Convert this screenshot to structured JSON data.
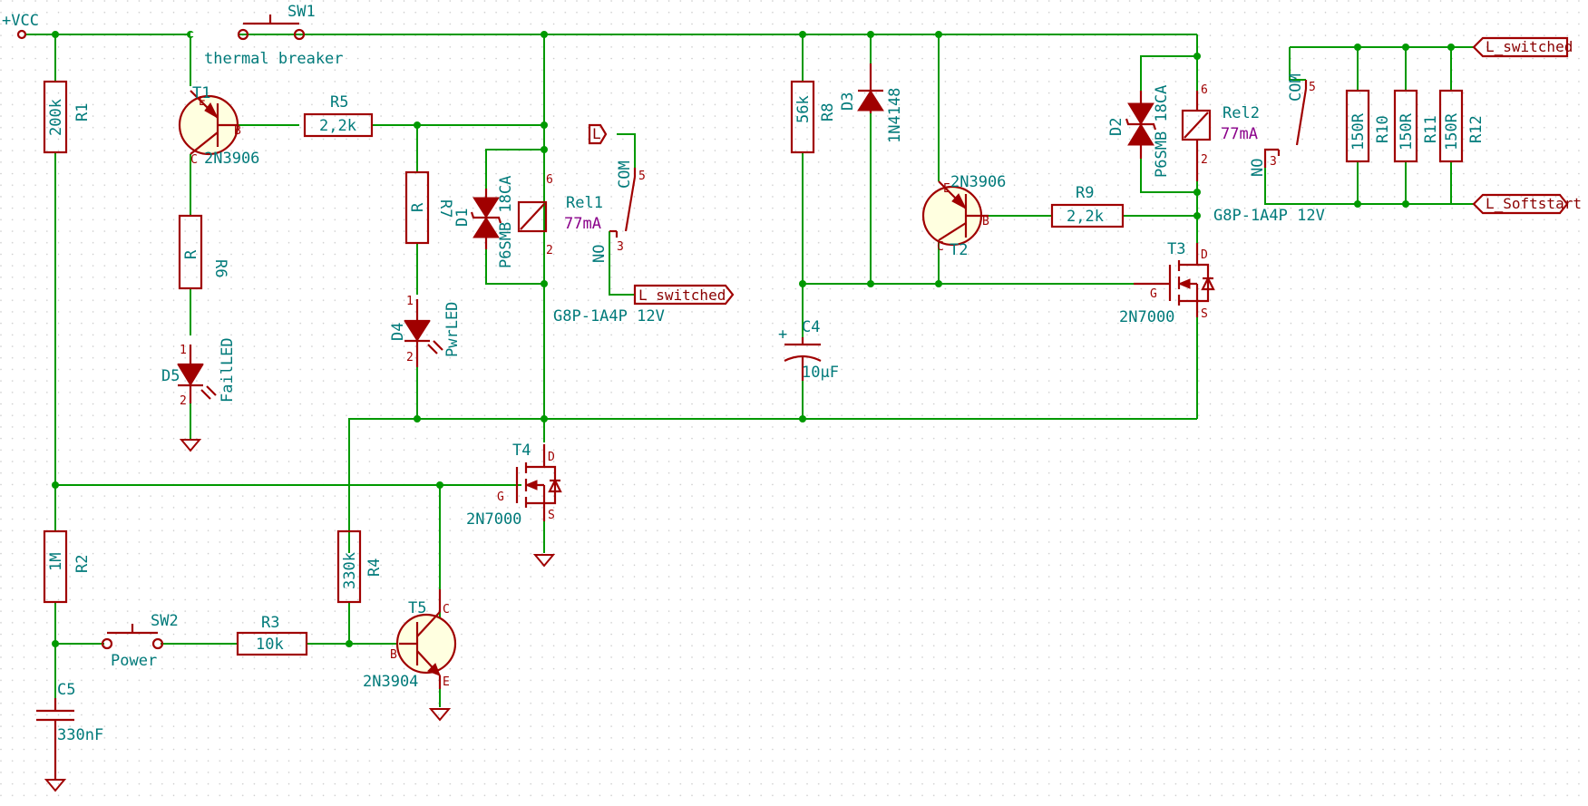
{
  "supply": {
    "net": "+VCC"
  },
  "switches": {
    "sw1": {
      "ref": "SW1",
      "label": "thermal breaker"
    },
    "sw2": {
      "ref": "SW2",
      "label": "Power"
    }
  },
  "resistors": {
    "r1": {
      "ref": "R1",
      "value": "200k"
    },
    "r2": {
      "ref": "R2",
      "value": "1M"
    },
    "r3": {
      "ref": "R3",
      "value": "10k"
    },
    "r4": {
      "ref": "R4",
      "value": "330k"
    },
    "r5": {
      "ref": "R5",
      "value": "2,2k"
    },
    "r6": {
      "ref": "R6",
      "value": "R"
    },
    "r7": {
      "ref": "R7",
      "value": "R"
    },
    "r8": {
      "ref": "R8",
      "value": "56k"
    },
    "r9": {
      "ref": "R9",
      "value": "2,2k"
    },
    "r10": {
      "ref": "R10",
      "value": "150R"
    },
    "r11": {
      "ref": "R11",
      "value": "150R"
    },
    "r12": {
      "ref": "R12",
      "value": "150R"
    }
  },
  "capacitors": {
    "c4": {
      "ref": "C4",
      "value": "10µF"
    },
    "c5": {
      "ref": "C5",
      "value": "330nF"
    }
  },
  "diodes": {
    "d1": {
      "ref": "D1",
      "value": "P6SMB 18CA"
    },
    "d2": {
      "ref": "D2",
      "value": "P6SMB 18CA"
    },
    "d3": {
      "ref": "D3",
      "value": "1N4148"
    },
    "d4": {
      "ref": "D4",
      "value": "PwrLED"
    },
    "d5": {
      "ref": "D5",
      "value": "FailLED"
    }
  },
  "transistors": {
    "t1": {
      "ref": "T1",
      "value": "2N3906"
    },
    "t2": {
      "ref": "T2",
      "value": "2N3906"
    },
    "t3": {
      "ref": "T3",
      "value": "2N7000"
    },
    "t4": {
      "ref": "T4",
      "value": "2N7000"
    },
    "t5": {
      "ref": "T5",
      "value": "2N3904"
    }
  },
  "relays": {
    "rel1": {
      "ref": "Rel1",
      "current": "77mA",
      "part": "G8P-1A4P 12V",
      "com": "COM",
      "no": "NO"
    },
    "rel2": {
      "ref": "Rel2",
      "current": "77mA",
      "part": "G8P-1A4P 12V",
      "com": "COM",
      "no": "NO"
    }
  },
  "global_labels": {
    "l_in": "L",
    "l_switched_1": "L_switched",
    "l_switched_2": "L_switched",
    "l_softstart": "L_Softstart"
  },
  "pin_marks": {
    "one": "1",
    "two": "2",
    "three": "3",
    "five": "5",
    "six": "6",
    "e": "E",
    "b": "B",
    "c": "C",
    "g": "G",
    "d": "D",
    "s": "S"
  }
}
